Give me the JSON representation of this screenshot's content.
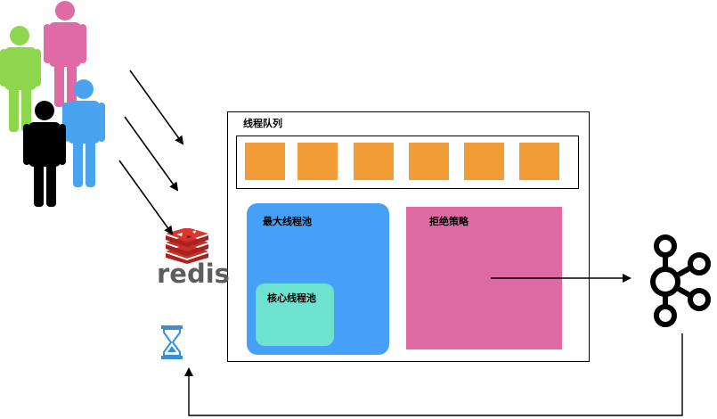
{
  "diagram": {
    "queue_title": "线程队列",
    "max_pool_label": "最大线程池",
    "core_pool_label": "核心线程池",
    "reject_label": "拒绝策略",
    "redis_text": "redis",
    "task_count": 6,
    "colors": {
      "task": "#f29c38",
      "max_pool": "#46a0f8",
      "core_pool": "#6de3cf",
      "reject": "#de6aa4",
      "person_green": "#8ed64d",
      "person_pink": "#e06aa6",
      "person_blue": "#4aa3ee",
      "person_black": "#000000",
      "redis_red": "#c8302a",
      "hourglass_blue": "#3a8fd4"
    },
    "icons": {
      "people": "users-icon",
      "redis": "redis-logo-icon",
      "hourglass": "hourglass-icon",
      "kafka": "kafka-logo-icon"
    }
  }
}
